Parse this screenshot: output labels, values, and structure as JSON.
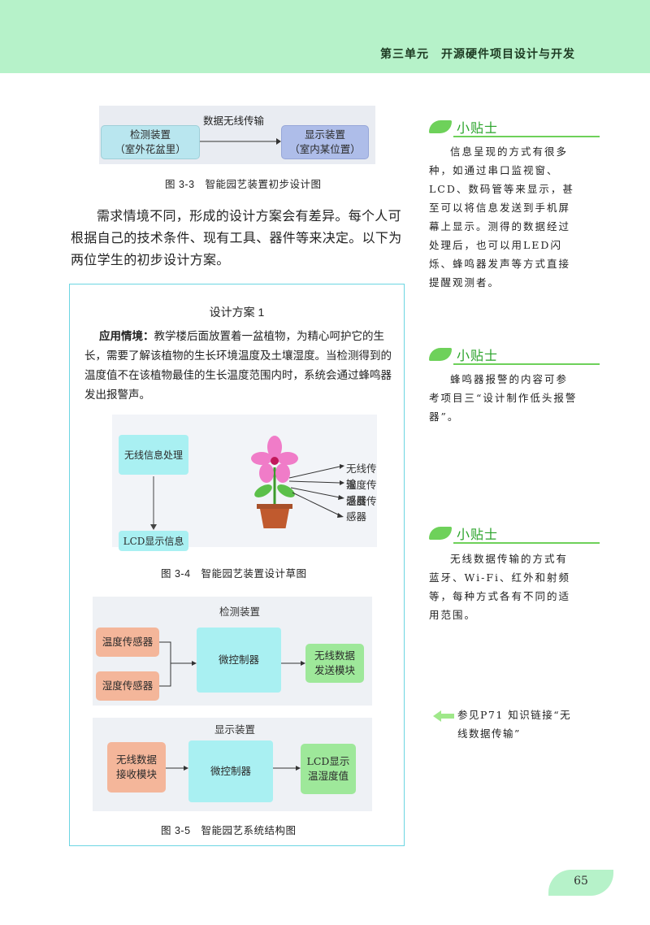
{
  "header": {
    "title": "第三单元　开源硬件项目设计与开发"
  },
  "fig33": {
    "caption": "图 3-3　智能园艺装置初步设计图",
    "detect_line1": "检测装置",
    "detect_line2": "（室外花盆里）",
    "display_line1": "显示装置",
    "display_line2": "（室内某位置）",
    "link_label": "数据无线传输"
  },
  "paragraph": "需求情境不同，形成的设计方案会有差异。每个人可根据自己的技术条件、现有工具、器件等来决定。以下为两位学生的初步设计方案。",
  "design": {
    "title": "设计方案 1",
    "app_label": "应用情境：",
    "app_text": "教学楼后面放置着一盆植物，为精心呵护它的生长，需要了解该植物的生长环境温度及土壤湿度。当检测得到的温度值不在该植物最佳的生长温度范围内时，系统会通过蜂鸣器发出报警声。"
  },
  "fig34": {
    "caption": "图 3-4　智能园艺装置设计草图",
    "wireless_proc": "无线信息处理",
    "lcd": "LCD显示信息",
    "labels": [
      "无线传输",
      "湿度传感器",
      "温度传感器",
      "……"
    ]
  },
  "fig35": {
    "caption": "图 3-5　智能园艺系统结构图",
    "top_title": "检测装置",
    "bottom_title": "显示装置",
    "temp_sensor": "温度传感器",
    "hum_sensor": "湿度传感器",
    "mcu": "微控制器",
    "tx_line1": "无线数据",
    "tx_line2": "发送模块",
    "rx_line1": "无线数据",
    "rx_line2": "接收模块",
    "lcd_line1": "LCD显示",
    "lcd_line2": "温湿度值"
  },
  "tips": [
    {
      "title": "小贴士",
      "text": "信息呈现的方式有很多种，如通过串口监视窗、LCD、数码管等来显示，甚至可以将信息发送到手机屏幕上显示。测得的数据经过处理后，也可以用LED闪烁、蜂鸣器发声等方式直接提醒观测者。"
    },
    {
      "title": "小贴士",
      "text": "蜂鸣器报警的内容可参考项目三“设计制作低头报警器”。"
    },
    {
      "title": "小贴士",
      "text": "无线数据传输的方式有蓝牙、Wi-Fi、红外和射频等，每种方式各有不同的适用范围。"
    }
  ],
  "reference": "参见P71 知识链接“无线数据传输”",
  "page_number": "65",
  "colors": {
    "header_bg": "#b6f2c9",
    "accent_green": "#6ed15a",
    "box_border": "#6cd6e2"
  }
}
